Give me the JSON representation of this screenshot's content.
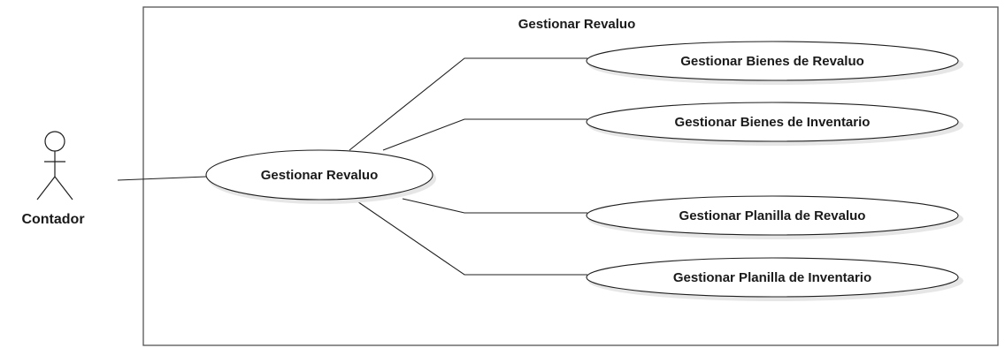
{
  "diagram": {
    "system_boundary": {
      "title": "Gestionar Revaluo"
    },
    "actor": {
      "name": "Contador"
    },
    "central_use_case": {
      "label": "Gestionar Revaluo"
    },
    "use_cases": [
      {
        "label": "Gestionar Bienes de Revaluo"
      },
      {
        "label": "Gestionar Bienes de Inventario"
      },
      {
        "label": "Gestionar Planilla de Revaluo"
      },
      {
        "label": "Gestionar Planilla de Inventario"
      }
    ]
  }
}
